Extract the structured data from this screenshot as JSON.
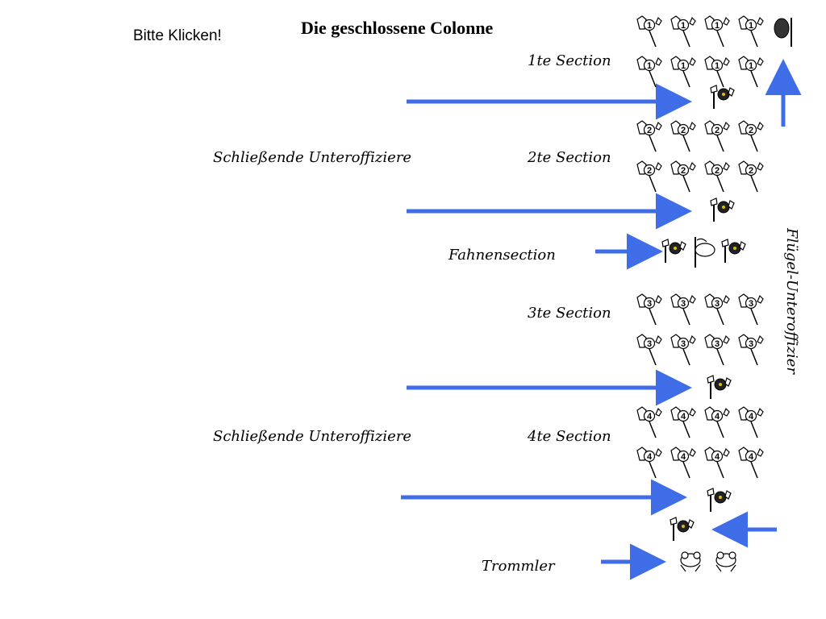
{
  "title": "Die geschlossene Colonne",
  "click_prompt": "Bitte Klicken!",
  "labels": {
    "section1": "1te Section",
    "section2": "2te Section",
    "flag_section": "Fahnensection",
    "section3": "3te Section",
    "section4": "4te Section",
    "closing_nco_1": "Schließende Unteroffiziere",
    "closing_nco_2": "Schließende Unteroffiziere",
    "drummer": "Trommler",
    "wing_nco": "Flügel-Unteroffizier"
  },
  "sections": [
    {
      "number": "1",
      "rows": 2,
      "per_row": 4
    },
    {
      "number": "2",
      "rows": 2,
      "per_row": 4
    },
    {
      "number": "3",
      "rows": 2,
      "per_row": 4
    },
    {
      "number": "4",
      "rows": 2,
      "per_row": 4
    }
  ],
  "colors": {
    "arrow": "#3f6de8",
    "text": "#000000",
    "background": "#ffffff"
  },
  "icons": [
    "numbered-soldier-icon",
    "nco-soldier-icon",
    "flag-bearer-icon",
    "drummer-icon",
    "wing-nco-icon"
  ]
}
